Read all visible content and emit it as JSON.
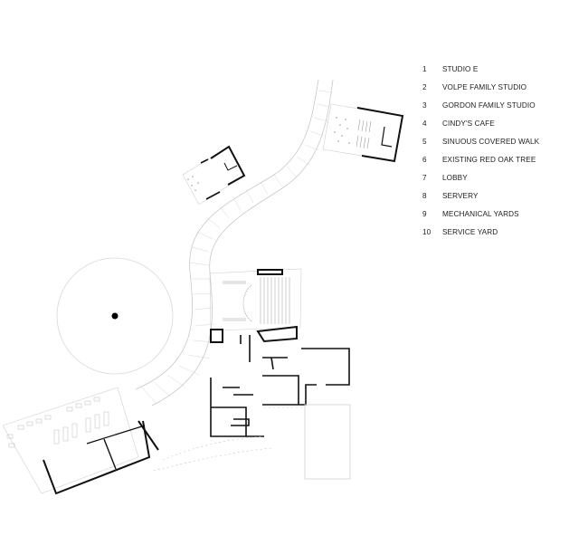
{
  "legend": {
    "items": [
      {
        "num": "1",
        "label": "STUDIO E"
      },
      {
        "num": "2",
        "label": "VOLPE FAMILY STUDIO"
      },
      {
        "num": "3",
        "label": "GORDON FAMILY STUDIO"
      },
      {
        "num": "4",
        "label": "CINDY'S CAFE"
      },
      {
        "num": "5",
        "label": "SINUOUS COVERED WALK"
      },
      {
        "num": "6",
        "label": "EXISTING RED OAK TREE"
      },
      {
        "num": "7",
        "label": "LOBBY"
      },
      {
        "num": "8",
        "label": "SERVERY"
      },
      {
        "num": "9",
        "label": "MECHANICAL YARDS"
      },
      {
        "num": "10",
        "label": "SERVICE YARD"
      }
    ]
  },
  "colors": {
    "wall": "#111111",
    "thin_line": "#bbbbbb",
    "background": "#ffffff"
  }
}
